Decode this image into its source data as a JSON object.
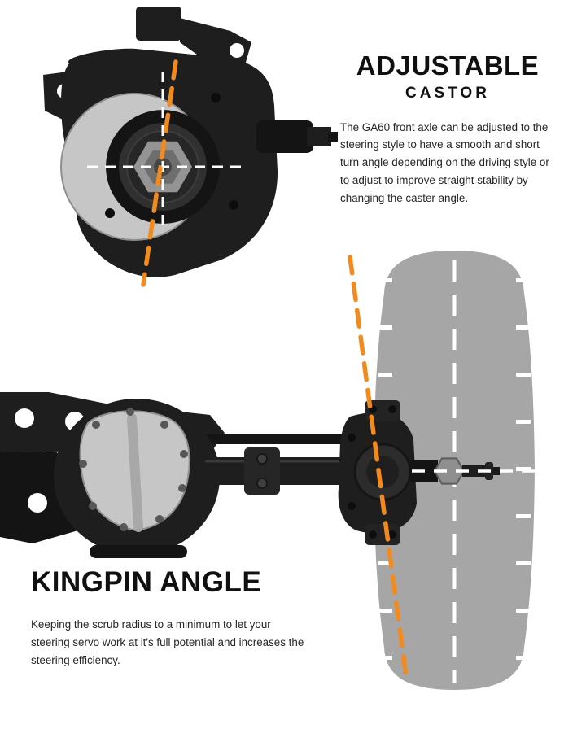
{
  "colors": {
    "accent_orange": "#F28A1E",
    "tire_gray": "#A6A6A6",
    "part_dark": "#1E1E1E",
    "silver": "#C6C6C6",
    "heading_text": "#101010",
    "body_text": "#262626",
    "guide_white": "#FFFFFF"
  },
  "castor_section": {
    "title": "ADJUSTABLE",
    "subtitle": "CASTOR",
    "description": "The GA60 front axle can be adjusted to the steering style to have a smooth and short turn angle depending on the driving style or to adjust to improve straight stability by changing the caster angle."
  },
  "kingpin_section": {
    "title": "KINGPIN ANGLE",
    "description": "Keeping the scrub radius to a minimum to let your steering servo work at it's full potential and increases the steering efficiency."
  }
}
